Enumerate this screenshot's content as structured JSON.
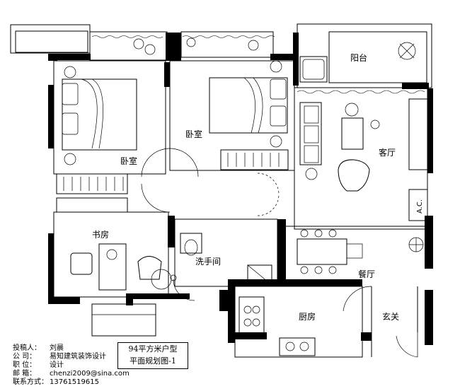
{
  "rooms": {
    "balcony": "阳台",
    "bedroom_left": "卧室",
    "bedroom_right": "卧室",
    "living_room": "客厅",
    "study": "书房",
    "bathroom": "洗手间",
    "dining": "餐厅",
    "kitchen": "厨房",
    "entrance": "玄关",
    "ac": "A.C."
  },
  "info": {
    "submitter_key": "投稿人：",
    "submitter": "刘晨",
    "company_key": "公    司：",
    "company": "易知建筑装饰设计",
    "role_key": "职    位：",
    "role": "设计",
    "email_key": "邮    箱：",
    "email": "chenzi2009@sina.com",
    "phone_key": "联系方式：",
    "phone": "13761519615"
  },
  "title": {
    "line1": "94平方米户型",
    "line2": "平面规划图-1"
  }
}
